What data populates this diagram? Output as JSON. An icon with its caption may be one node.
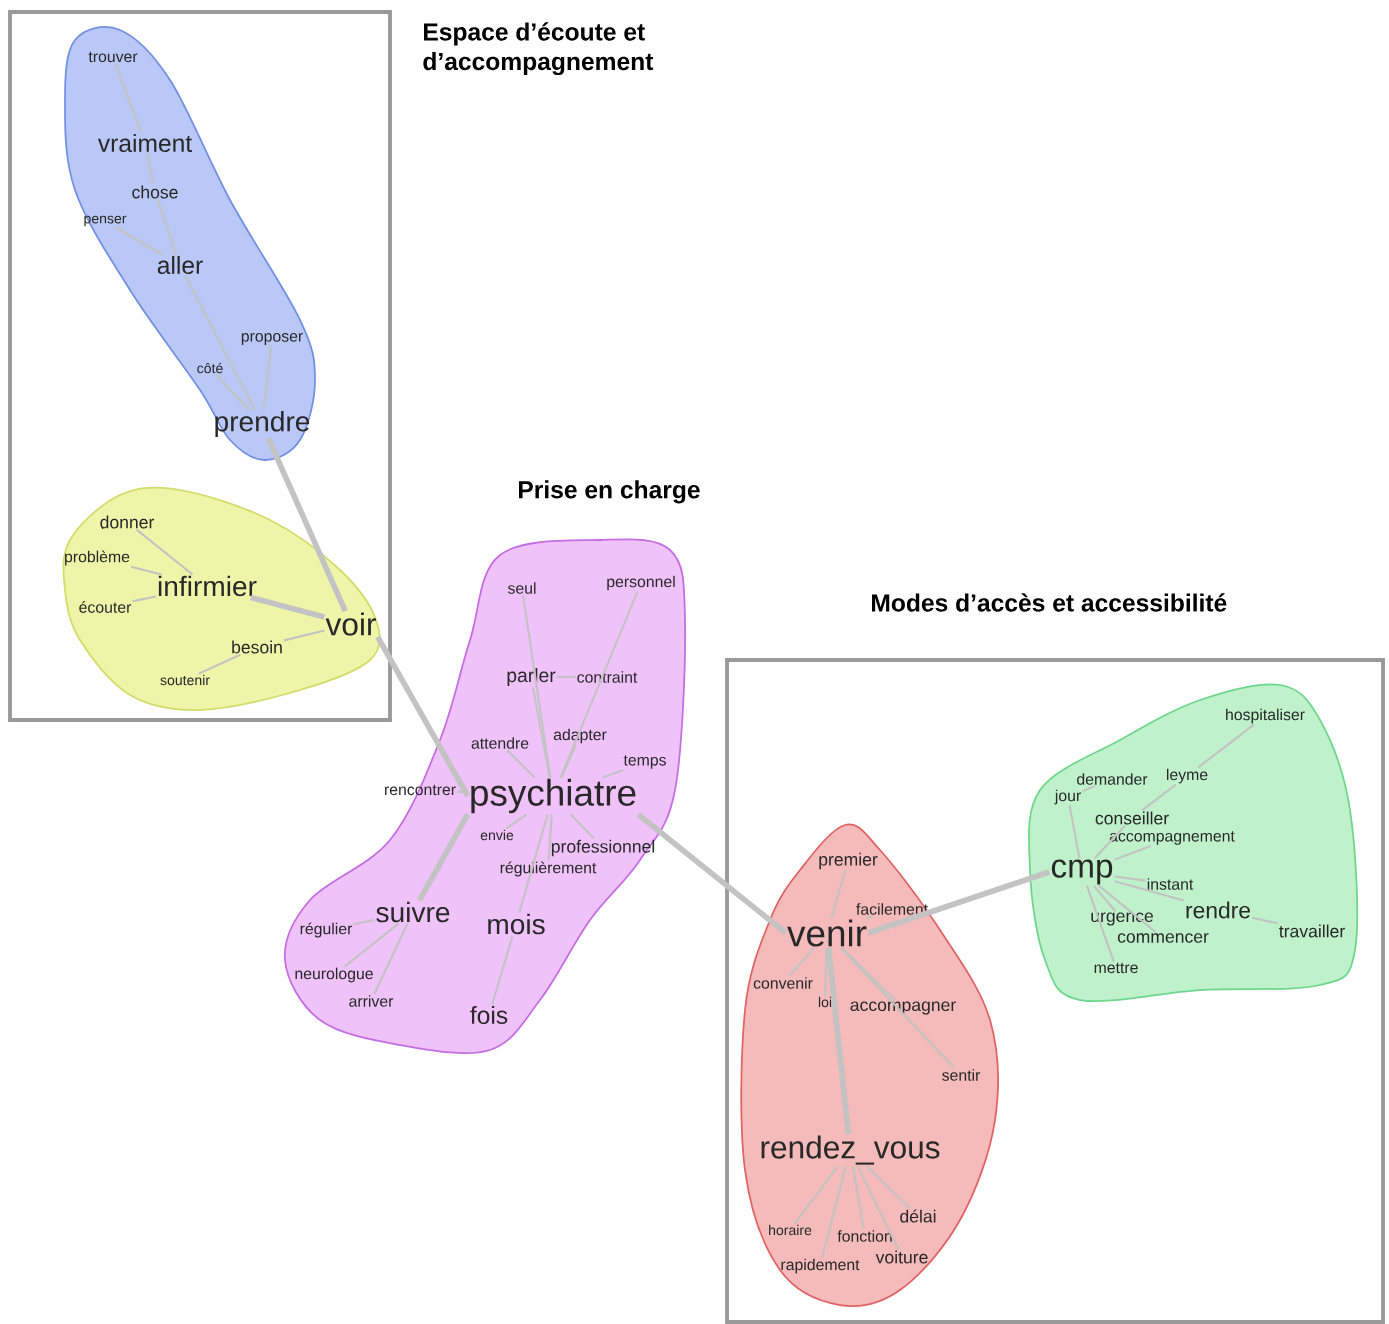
{
  "diagram": {
    "nodes": [
      {
        "text": [
          "Espace d’écoute et d’accompagnement"
        ]
      },
      {
        "text": [],
        "shape": "blob",
        "in": 0
      },
      {
        "text": [
          "trouver"
        ],
        "in": 1
      },
      {
        "text": [
          "vraiment"
        ],
        "in": 1
      },
      {
        "text": [
          "chose"
        ],
        "in": 1
      },
      {
        "text": [
          "penser"
        ],
        "in": 1
      },
      {
        "text": [
          "aller"
        ],
        "in": 1
      },
      {
        "text": [
          "proposer"
        ],
        "in": 1
      },
      {
        "text": [
          "côté"
        ],
        "in": 1
      },
      {
        "text": [
          "prendre"
        ],
        "in": 1
      },
      {
        "text": [],
        "shape": "blob",
        "in": 0
      },
      {
        "text": [
          "donner"
        ],
        "in": 10
      },
      {
        "text": [
          "problème"
        ],
        "in": 10
      },
      {
        "text": [
          "infirmier"
        ],
        "in": 10
      },
      {
        "text": [
          "écouter"
        ],
        "in": 10
      },
      {
        "text": [
          "voir"
        ],
        "in": 10
      },
      {
        "text": [
          "besoin"
        ],
        "in": 10
      },
      {
        "text": [
          "soutenir"
        ],
        "in": 10
      },
      {
        "text": [
          "Prise en charge"
        ]
      },
      {
        "text": [
          "seul"
        ],
        "in": 18
      },
      {
        "text": [
          "personnel"
        ],
        "in": 18
      },
      {
        "text": [
          "parler"
        ],
        "in": 18
      },
      {
        "text": [
          "contraint"
        ],
        "in": 18
      },
      {
        "text": [
          "attendre"
        ],
        "in": 18
      },
      {
        "text": [
          "adapter"
        ],
        "in": 18
      },
      {
        "text": [
          "rencontrer"
        ],
        "in": 18
      },
      {
        "text": [
          "temps"
        ],
        "in": 18
      },
      {
        "text": [
          "psychiatre"
        ],
        "in": 18
      },
      {
        "text": [
          "envie"
        ],
        "in": 18
      },
      {
        "text": [
          "professionnel"
        ],
        "in": 18
      },
      {
        "text": [
          "régulièrement"
        ],
        "in": 18
      },
      {
        "text": [
          "régulier"
        ],
        "in": 18
      },
      {
        "text": [
          "suivre"
        ],
        "in": 18
      },
      {
        "text": [
          "mois"
        ],
        "in": 18
      },
      {
        "text": [
          "neurologue"
        ],
        "in": 18
      },
      {
        "text": [
          "arriver"
        ],
        "in": 18
      },
      {
        "text": [
          "fois"
        ],
        "in": 18
      },
      {
        "text": [
          "Modes d’accès et accessibilité"
        ]
      },
      {
        "text": [],
        "shape": "blob",
        "in": 37
      },
      {
        "text": [
          "premier"
        ],
        "in": 38
      },
      {
        "text": [
          "facilement"
        ],
        "in": 38
      },
      {
        "text": [
          "venir"
        ],
        "in": 38
      },
      {
        "text": [
          "convenir"
        ],
        "in": 38
      },
      {
        "text": [
          "loi"
        ],
        "in": 38
      },
      {
        "text": [
          "accompagner"
        ],
        "in": 38
      },
      {
        "text": [
          "sentir"
        ],
        "in": 38
      },
      {
        "text": [
          "rendez_vous"
        ],
        "in": 38
      },
      {
        "text": [
          "horaire"
        ],
        "in": 38
      },
      {
        "text": [
          "fonction"
        ],
        "in": 38
      },
      {
        "text": [
          "délai"
        ],
        "in": 38
      },
      {
        "text": [
          "rapidement"
        ],
        "in": 38
      },
      {
        "text": [
          "voiture"
        ],
        "in": 38
      },
      {
        "text": [],
        "shape": "blob",
        "in": 37
      },
      {
        "text": [
          "hospitaliser"
        ],
        "in": 52
      },
      {
        "text": [
          "demander"
        ],
        "in": 52
      },
      {
        "text": [
          "leyme"
        ],
        "in": 52
      },
      {
        "text": [
          "jour"
        ],
        "in": 52
      },
      {
        "text": [
          "conseiller"
        ],
        "in": 52
      },
      {
        "text": [
          "accompagnement"
        ],
        "in": 52
      },
      {
        "text": [
          "cmp"
        ],
        "in": 52
      },
      {
        "text": [
          "instant"
        ],
        "in": 52
      },
      {
        "text": [
          "urgence"
        ],
        "in": 52
      },
      {
        "text": [
          "rendre"
        ],
        "in": 52
      },
      {
        "text": [
          "commencer"
        ],
        "in": 52
      },
      {
        "text": [
          "travailler"
        ],
        "in": 52
      },
      {
        "text": [
          "mettre"
        ],
        "in": 52
      }
    ],
    "edges": [
      {
        "from": 3,
        "to": 2,
        "arrow": "none"
      },
      {
        "from": 3,
        "to": 4,
        "arrow": "none"
      },
      {
        "from": 4,
        "to": 6,
        "arrow": "none"
      },
      {
        "from": 6,
        "to": 5,
        "arrow": "none"
      },
      {
        "from": 6,
        "to": 9,
        "arrow": "none"
      },
      {
        "from": 9,
        "to": 8,
        "arrow": "none"
      },
      {
        "from": 9,
        "to": 7,
        "arrow": "none"
      },
      {
        "from": 9,
        "to": 15,
        "arrow": "none",
        "style": "thick"
      },
      {
        "from": 15,
        "to": 13,
        "arrow": "none",
        "style": "thick"
      },
      {
        "from": 13,
        "to": 11,
        "arrow": "none"
      },
      {
        "from": 13,
        "to": 12,
        "arrow": "none"
      },
      {
        "from": 13,
        "to": 14,
        "arrow": "none"
      },
      {
        "from": 15,
        "to": 16,
        "arrow": "none"
      },
      {
        "from": 16,
        "to": 17,
        "arrow": "none"
      },
      {
        "from": 15,
        "to": 27,
        "arrow": "none",
        "style": "thick"
      },
      {
        "from": 27,
        "to": 19,
        "arrow": "none"
      },
      {
        "from": 27,
        "to": 20,
        "arrow": "none"
      },
      {
        "from": 27,
        "to": 21,
        "arrow": "none"
      },
      {
        "from": 21,
        "to": 22,
        "arrow": "none"
      },
      {
        "from": 27,
        "to": 23,
        "arrow": "none"
      },
      {
        "from": 27,
        "to": 24,
        "arrow": "none"
      },
      {
        "from": 27,
        "to": 25,
        "arrow": "none"
      },
      {
        "from": 27,
        "to": 26,
        "arrow": "none"
      },
      {
        "from": 27,
        "to": 28,
        "arrow": "none"
      },
      {
        "from": 27,
        "to": 29,
        "arrow": "none"
      },
      {
        "from": 27,
        "to": 30,
        "arrow": "none"
      },
      {
        "from": 27,
        "to": 32,
        "arrow": "none",
        "style": "thick"
      },
      {
        "from": 32,
        "to": 31,
        "arrow": "none"
      },
      {
        "from": 32,
        "to": 34,
        "arrow": "none"
      },
      {
        "from": 32,
        "to": 35,
        "arrow": "none"
      },
      {
        "from": 27,
        "to": 33,
        "arrow": "none"
      },
      {
        "from": 33,
        "to": 36,
        "arrow": "none"
      },
      {
        "from": 27,
        "to": 41,
        "arrow": "none",
        "style": "thick"
      },
      {
        "from": 41,
        "to": 39,
        "arrow": "none"
      },
      {
        "from": 41,
        "to": 40,
        "arrow": "none"
      },
      {
        "from": 41,
        "to": 42,
        "arrow": "none"
      },
      {
        "from": 41,
        "to": 43,
        "arrow": "none"
      },
      {
        "from": 41,
        "to": 44,
        "arrow": "none"
      },
      {
        "from": 41,
        "to": 45,
        "arrow": "none"
      },
      {
        "from": 41,
        "to": 46,
        "arrow": "none",
        "style": "thick"
      },
      {
        "from": 46,
        "to": 47,
        "arrow": "none"
      },
      {
        "from": 46,
        "to": 48,
        "arrow": "none"
      },
      {
        "from": 46,
        "to": 49,
        "arrow": "none"
      },
      {
        "from": 46,
        "to": 50,
        "arrow": "none"
      },
      {
        "from": 46,
        "to": 51,
        "arrow": "none"
      },
      {
        "from": 41,
        "to": 59,
        "arrow": "none",
        "style": "thick"
      },
      {
        "from": 55,
        "to": 53,
        "arrow": "none"
      },
      {
        "from": 56,
        "to": 54,
        "arrow": "none"
      },
      {
        "from": 57,
        "to": 55,
        "arrow": "none"
      },
      {
        "from": 59,
        "to": 56,
        "arrow": "none"
      },
      {
        "from": 59,
        "to": 57,
        "arrow": "none"
      },
      {
        "from": 59,
        "to": 58,
        "arrow": "none"
      },
      {
        "from": 59,
        "to": 60,
        "arrow": "none"
      },
      {
        "from": 59,
        "to": 61,
        "arrow": "none"
      },
      {
        "from": 59,
        "to": 62,
        "arrow": "none"
      },
      {
        "from": 62,
        "to": 64,
        "arrow": "none"
      },
      {
        "from": 59,
        "to": 63,
        "arrow": "none"
      },
      {
        "from": 59,
        "to": 65,
        "arrow": "none"
      }
    ]
  }
}
